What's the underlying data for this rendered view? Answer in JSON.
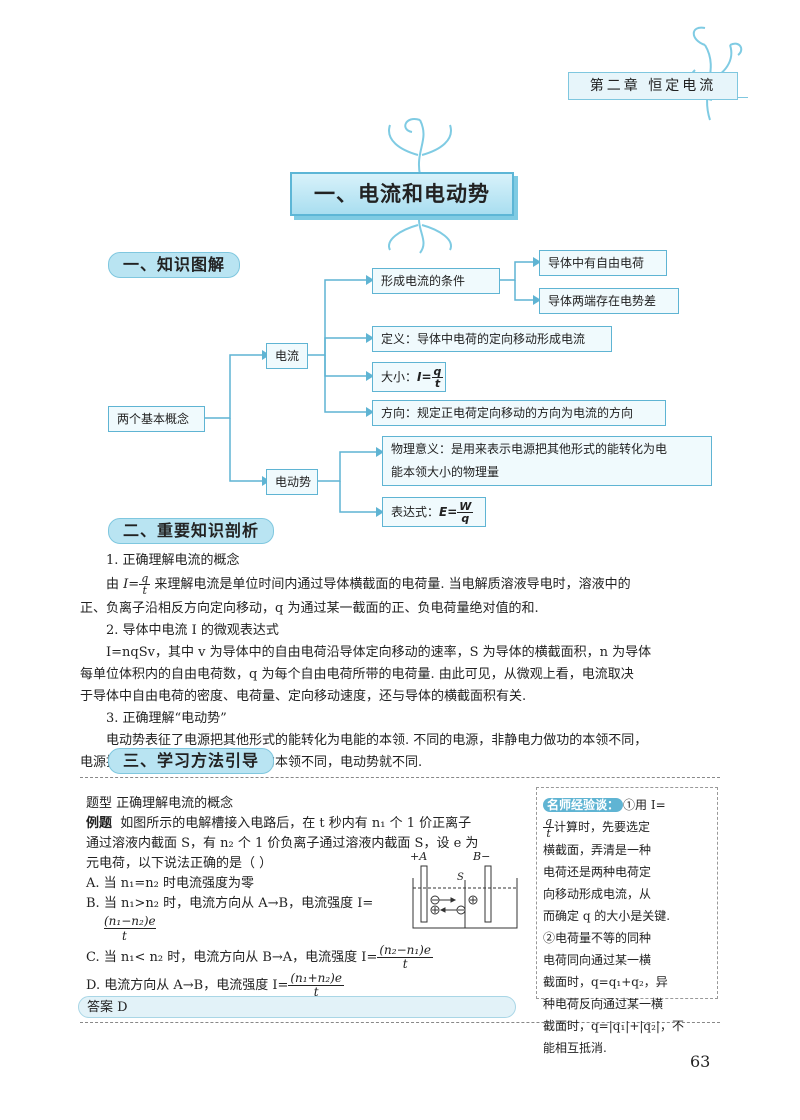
{
  "header": {
    "chapter": "第二章  恒定电流"
  },
  "title": "一、电流和电动势",
  "sections": {
    "s1": "一、知识图解",
    "s2": "二、重要知识剖析",
    "s3": "三、学习方法引导"
  },
  "mindmap": {
    "root": "两个基本概念",
    "current": "电流",
    "emf": "电动势",
    "cond": "形成电流的条件",
    "cond1": "导体中有自由电荷",
    "cond2": "导体两端存在电势差",
    "def": "定义：导体中电荷的定向移动形成电流",
    "size_label": "大小：",
    "size_I": "I=",
    "size_num": "q",
    "size_den": "t",
    "dir": "方向：规定正电荷定向移动的方向为电流的方向",
    "meaning_1": "物理意义：是用来表示电源把其他形式的能转化为电",
    "meaning_2": "能本领大小的物理量",
    "expr_label": "表达式：",
    "expr_E": "E=",
    "expr_num": "W",
    "expr_den": "q"
  },
  "analysis": {
    "h1": "1. 正确理解电流的概念",
    "p1a": "由",
    "p1_I": "I=",
    "p1_num": "q",
    "p1_den": "t",
    "p1b": "来理解电流是单位时间内通过导体横截面的电荷量. 当电解质溶液导电时，溶液中的",
    "p1c": "正、负离子沿相反方向定向移动，q 为通过某一截面的正、负电荷量绝对值的和.",
    "h2": "2. 导体中电流 I 的微观表达式",
    "p2a": "I=nqSv，其中 v 为导体中的自由电荷沿导体定向移动的速率，S 为导体的横截面积，n 为导体",
    "p2b": "每单位体积内的自由电荷数，q 为每个自由电荷所带的电荷量. 由此可见，从微观上看，电流取决",
    "p2c": "于导体中自由电荷的密度、电荷量、定向移动速度，还与导体的横截面积有关.",
    "h3": "3. 正确理解“电动势”",
    "p3a": "电动势表征了电源把其他形式的能转化为电能的本领. 不同的电源，非静电力做功的本领不同，",
    "p3b": "电源把其他形式的能转化为电能的本领不同，电动势就不同."
  },
  "example": {
    "type": "题型    正确理解电流的概念",
    "label": "例题",
    "q1": "如图所示的电解槽接入电路后，在 t 秒内有 n₁ 个 1 价正离子",
    "q2": "通过溶液内截面 S，有 n₂ 个 1 价负离子通过溶液内截面 S，设 e 为",
    "q3": "元电荷，以下说法正确的是（       ）",
    "optA": "A. 当 n₁=n₂ 时电流强度为零",
    "optB": "B. 当 n₁>n₂ 时，电流方向从 A→B，电流强度 I=",
    "optB_num": "(n₁−n₂)e",
    "optB_den": "t",
    "optC": "C. 当 n₁< n₂ 时，电流方向从 B→A，电流强度 I=",
    "optC_num": "(n₂−n₁)e",
    "optC_den": "t",
    "optD": "D. 电流方向从 A→B，电流强度 I=",
    "optD_num": "(n₁+n₂)e",
    "optD_den": "t",
    "fig_A": "+A",
    "fig_B": "B−",
    "fig_S": "S",
    "answer": "答案    D"
  },
  "tips": {
    "title": "名师经验谈：",
    "lead": "①用 I=",
    "num": "q",
    "den": "t",
    "l1": "计算时，先要选定",
    "l2": "横截面，弄清是一种",
    "l3": "电荷还是两种电荷定",
    "l4": "向移动形成电流，从",
    "l5": "而确定 q 的大小是关键.",
    "l6": "②电荷量不等的同种",
    "l7": "电荷同向通过某一横",
    "l8": "截面时，q=q₁+q₂，异",
    "l9": "种电荷反向通过某一横",
    "l10": "截面时，q=|q₁|+|q₂|，不",
    "l11": "能相互抵消."
  },
  "page_number": "63",
  "colors": {
    "accent": "#5fb4d3",
    "light": "#e7f5fa"
  }
}
